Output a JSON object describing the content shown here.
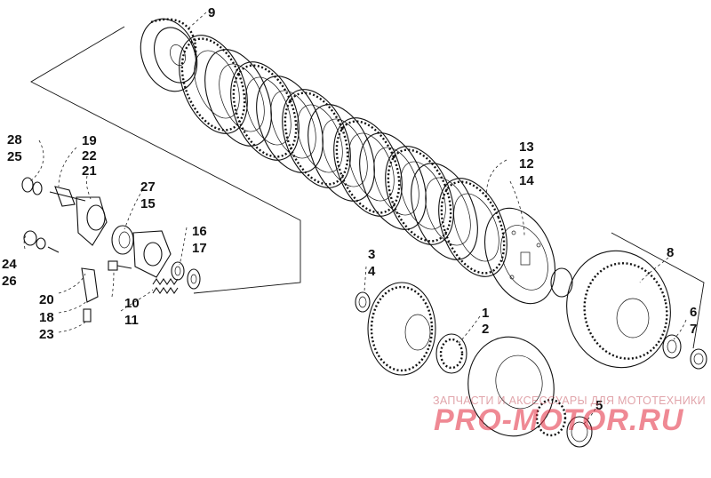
{
  "callouts": {
    "n9": "9",
    "n28": "28",
    "n25": "25",
    "n19": "19",
    "n22": "22",
    "n21": "21",
    "n27": "27",
    "n15": "15",
    "n16": "16",
    "n17": "17",
    "n24": "24",
    "n26": "26",
    "n20": "20",
    "n18": "18",
    "n23": "23",
    "n10": "10",
    "n11": "11",
    "n3": "3",
    "n4": "4",
    "n13": "13",
    "n12": "12",
    "n14": "14",
    "n8": "8",
    "n1": "1",
    "n2": "2",
    "n6": "6",
    "n7": "7",
    "n5": "5"
  },
  "watermark": {
    "line1": "ЗАПЧАСТИ И АКСЕССУАРЫ ДЛЯ МОТОТЕХНИКИ",
    "brand": "PRO-MOTOR.RU"
  },
  "colors": {
    "ink": "#111111",
    "watermark_red": "#e1283c"
  }
}
